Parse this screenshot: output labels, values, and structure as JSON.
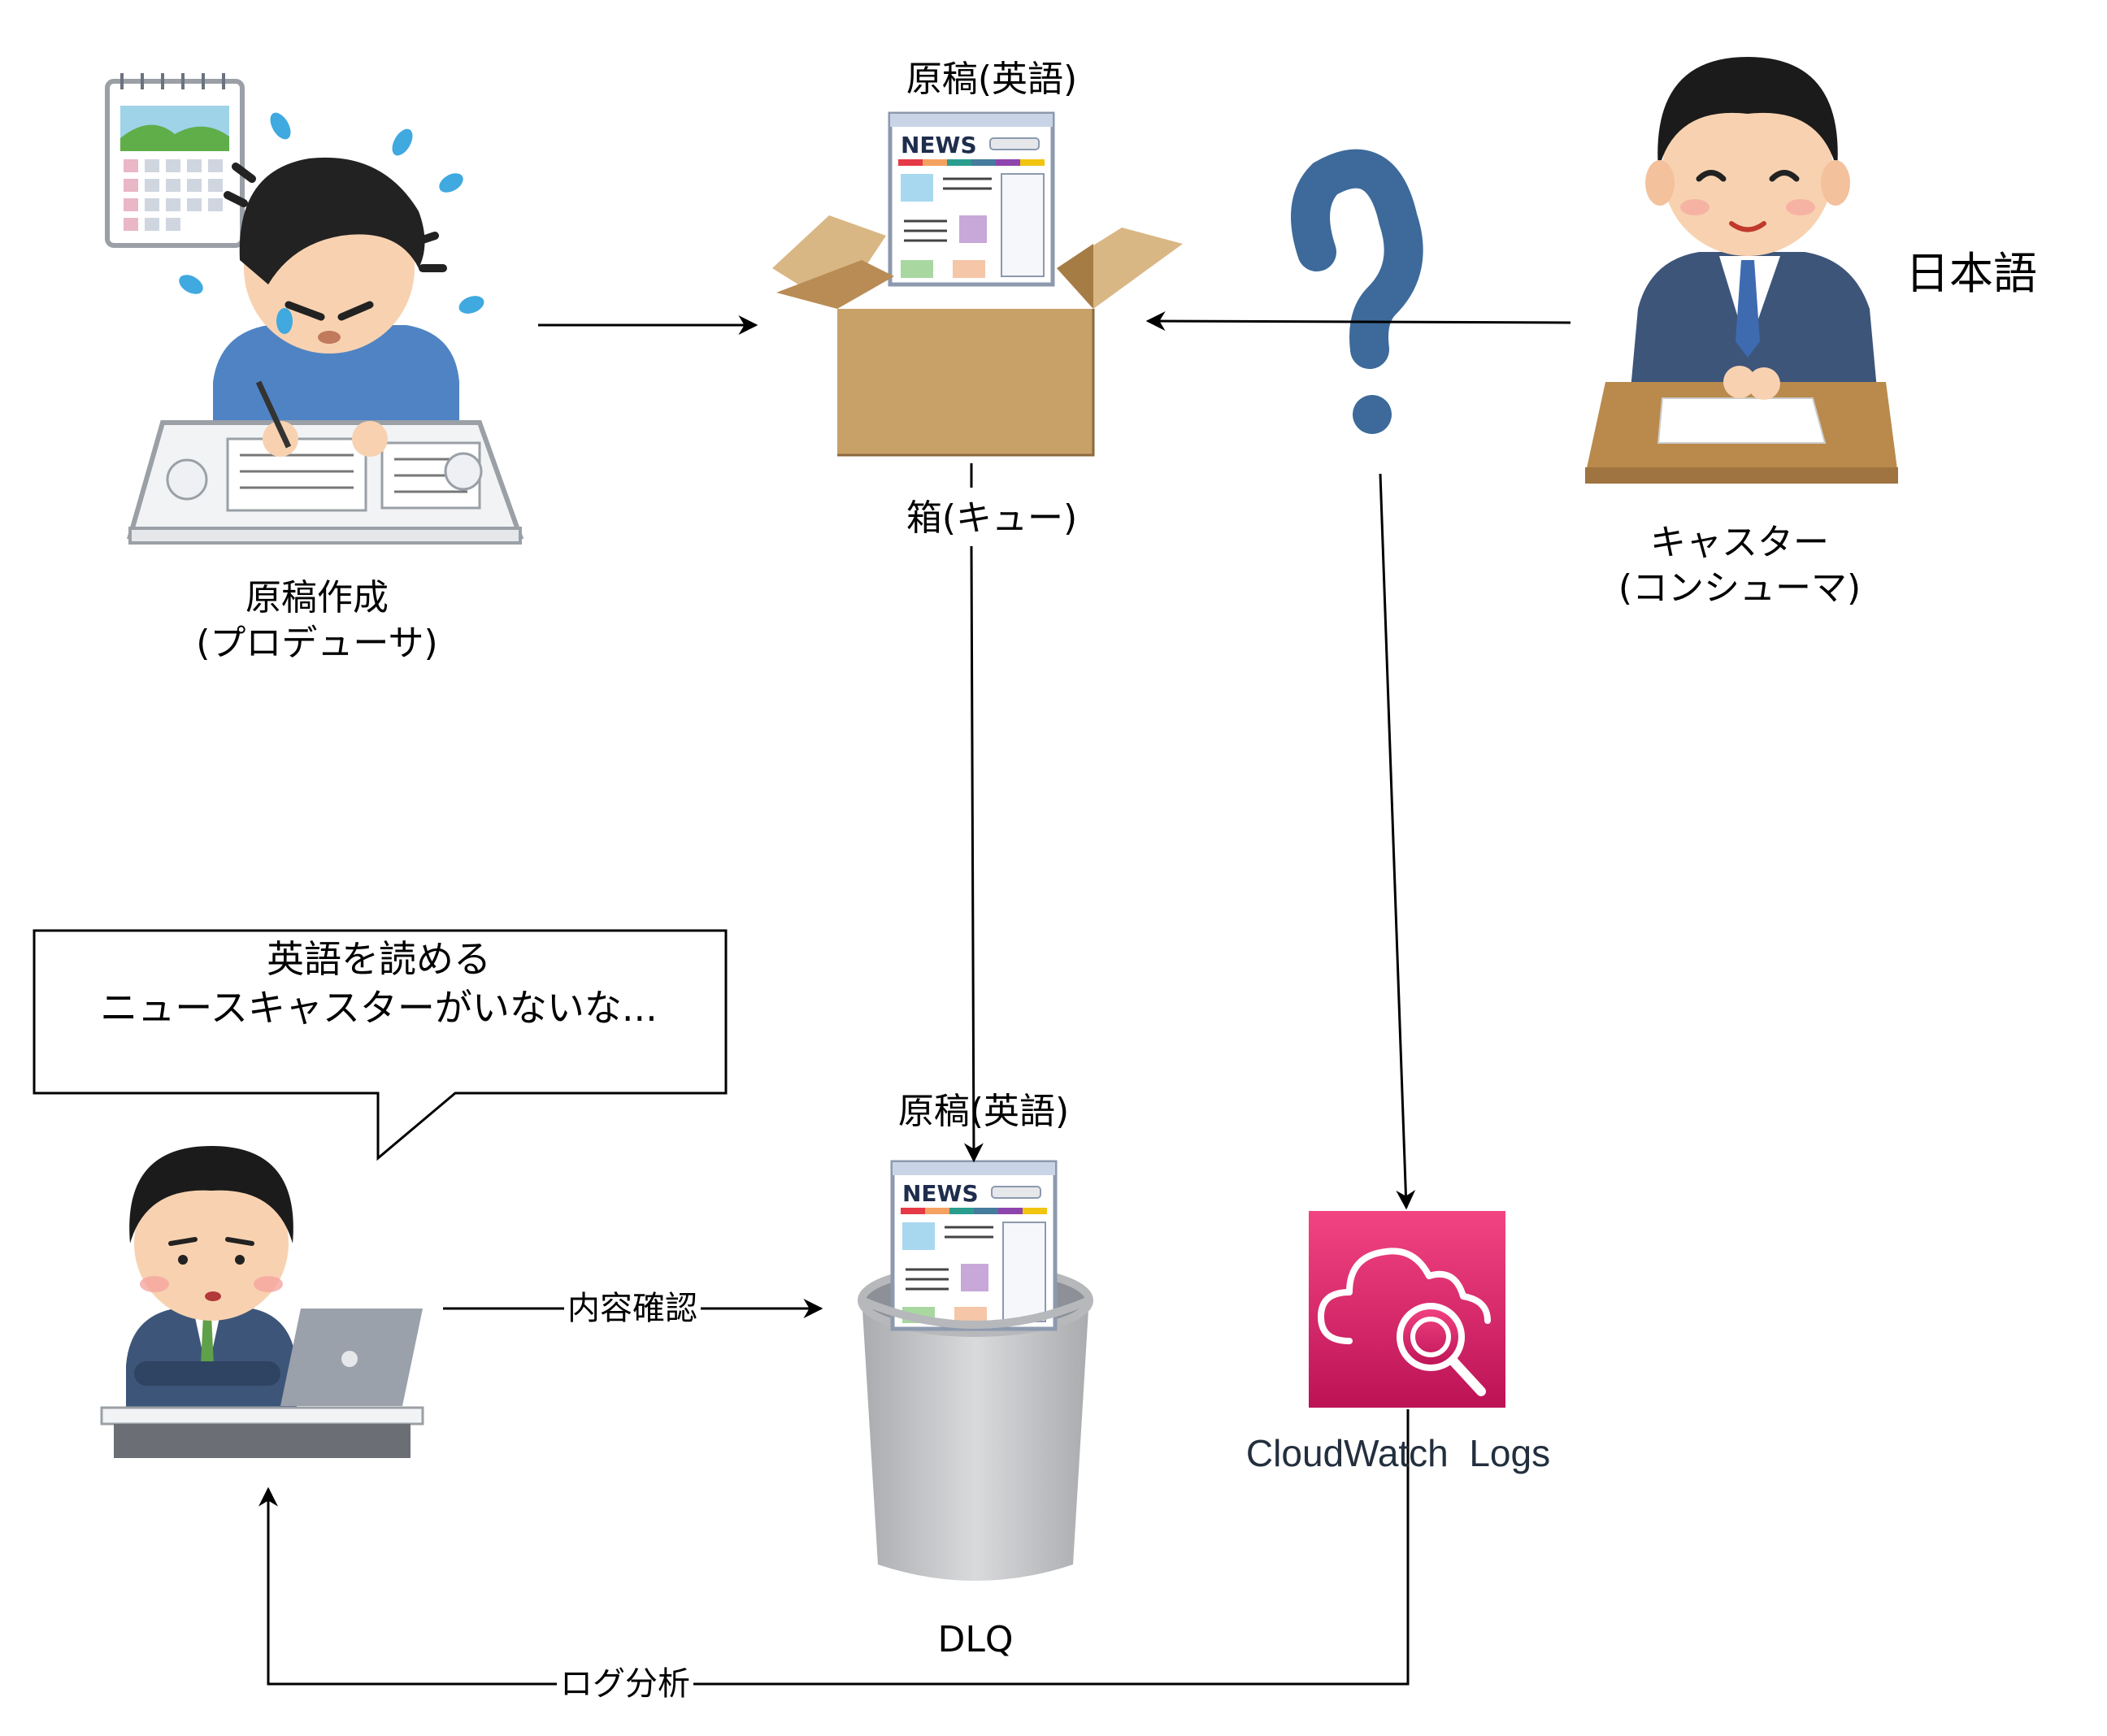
{
  "nodes": {
    "producer": {
      "line1": "原稿作成",
      "line2": "(プロデューサ)"
    },
    "queue": {
      "label": "箱(キュー)"
    },
    "manuscript_top": {
      "label": "原稿(英語)",
      "logo": "NEWS"
    },
    "manuscript_dlq": {
      "label": "原稿(英語)",
      "logo": "NEWS"
    },
    "consumer": {
      "line1": "キャスター",
      "line2": "(コンシューマ)"
    },
    "language": {
      "label": "日本語"
    },
    "dlq": {
      "label": "DLQ"
    },
    "cloudwatch": {
      "label": "CloudWatch  Logs"
    }
  },
  "callout": {
    "line1": "英語を読める",
    "line2": "ニュースキャスターがいないな..."
  },
  "edges": {
    "inspect": {
      "label": "内容確認"
    },
    "log_analysis": {
      "label": "ログ分析"
    }
  },
  "colors": {
    "cloudwatch_top": "#f34482",
    "cloudwatch_bottom": "#bc1356",
    "box": "#c8a169",
    "question": "#3d6a9a"
  }
}
